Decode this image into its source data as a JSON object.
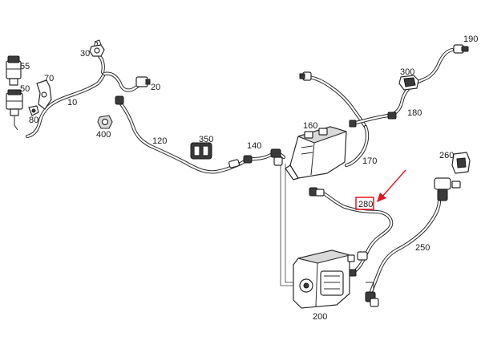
{
  "labels": {
    "l10": "10",
    "l20": "20",
    "l30": "30",
    "l50": "50",
    "l55": "55",
    "l70": "70",
    "l80": "80",
    "l120": "120",
    "l140": "140",
    "l160": "160",
    "l170": "170",
    "l180": "180",
    "l190": "190",
    "l200": "200",
    "l250": "250",
    "l260": "260",
    "l280": "280",
    "l300": "300",
    "l350": "350",
    "l400": "400"
  },
  "highlight": {
    "part": "280",
    "box_color": "#e0191f",
    "arrow_color": "#e0191f"
  }
}
